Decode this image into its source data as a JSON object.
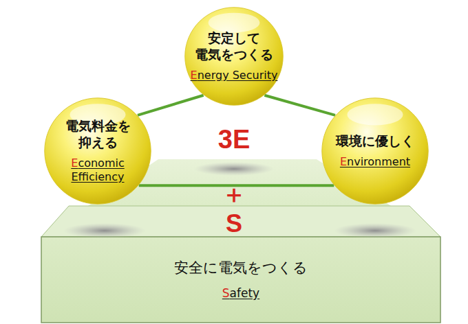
{
  "diagram": {
    "nodes": [
      {
        "text": [
          "安定して 電気をつくる",
          "Energy Security"
        ]
      },
      {
        "text": [
          "電気料金を 抑える",
          "Economic Efficiency"
        ]
      },
      {
        "text": [
          "環境に優しく",
          "Environment"
        ]
      },
      {
        "text": [
          "安全に電気をつくる",
          "Safety"
        ]
      }
    ],
    "edges": [
      {
        "from": 0,
        "to": 1,
        "arrow": "none"
      },
      {
        "from": 0,
        "to": 2,
        "arrow": "none"
      },
      {
        "from": 1,
        "to": 2,
        "arrow": "none"
      }
    ],
    "labels": [
      "3E",
      "＋",
      "S"
    ]
  }
}
